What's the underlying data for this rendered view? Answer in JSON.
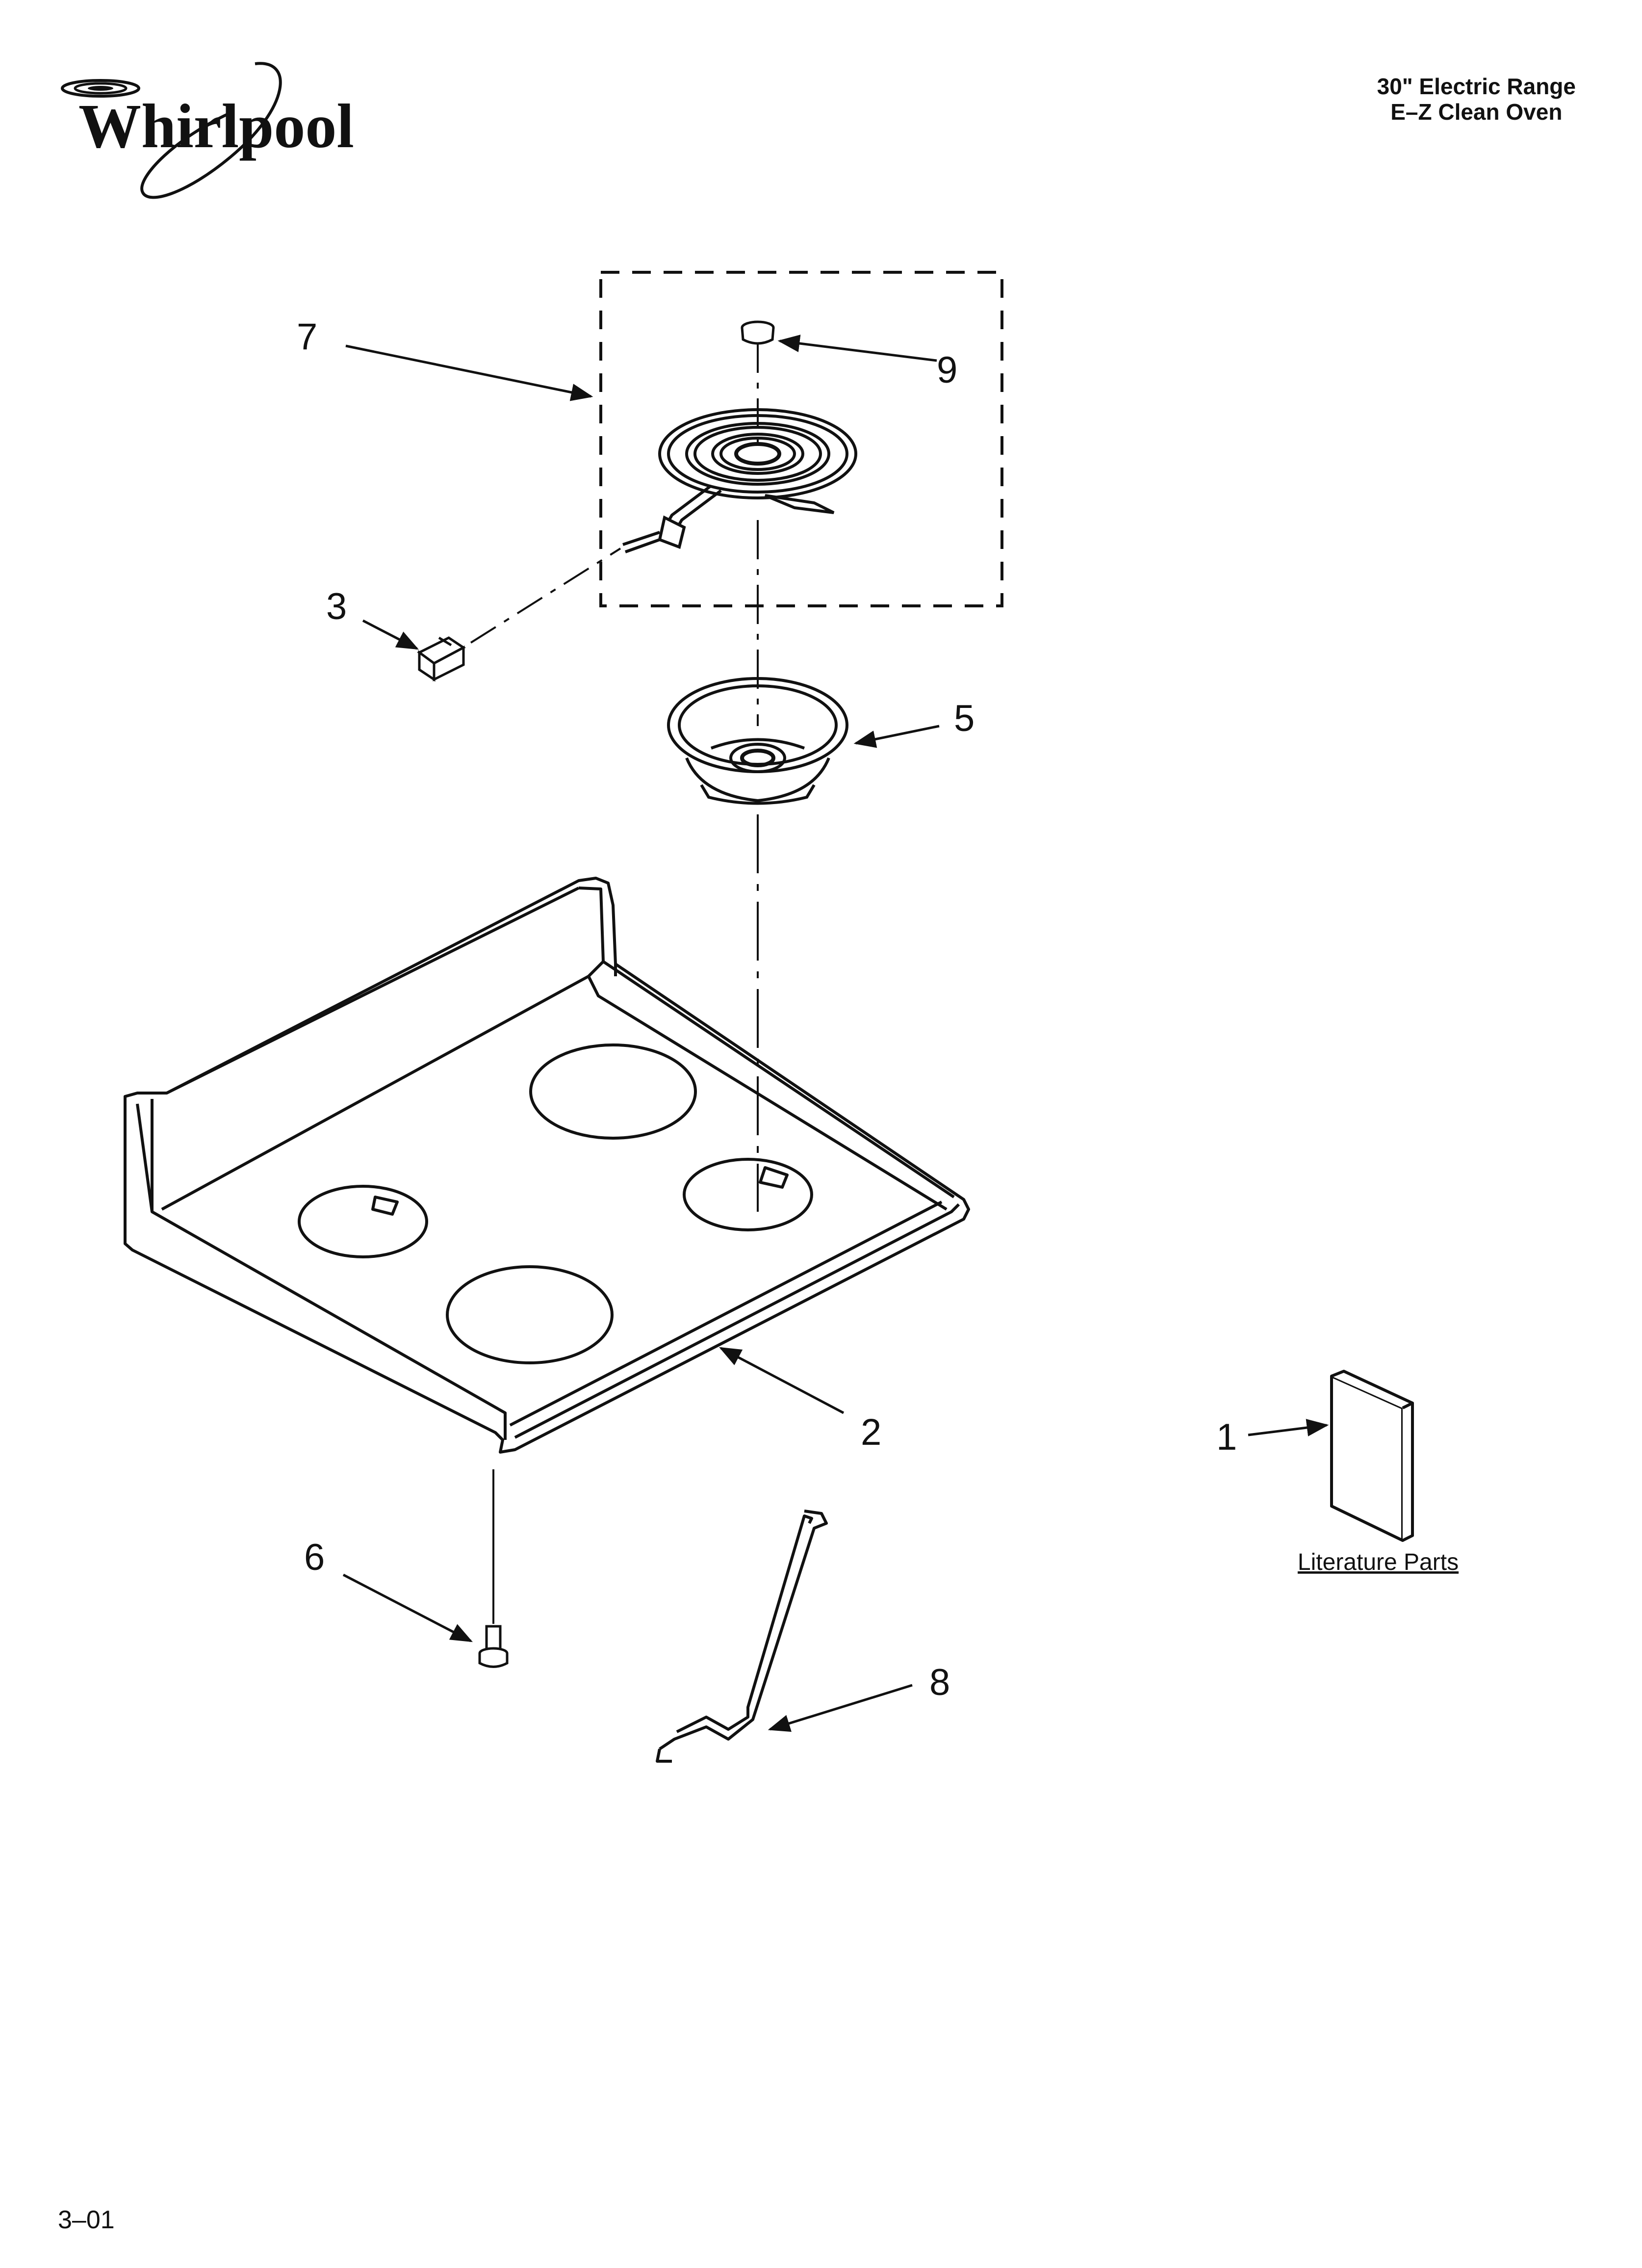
{
  "brand": {
    "name": "Whirlpool"
  },
  "header": {
    "line1": "30\" Electric Range",
    "line2": "E–Z Clean Oven"
  },
  "callouts": {
    "c1": "1",
    "c2": "2",
    "c3": "3",
    "c5": "5",
    "c6": "6",
    "c7": "7",
    "c8": "8",
    "c9": "9"
  },
  "literature": {
    "label": "Literature Parts"
  },
  "footer": {
    "code": "3–01"
  },
  "colors": {
    "ink": "#111111",
    "background": "#ffffff"
  }
}
